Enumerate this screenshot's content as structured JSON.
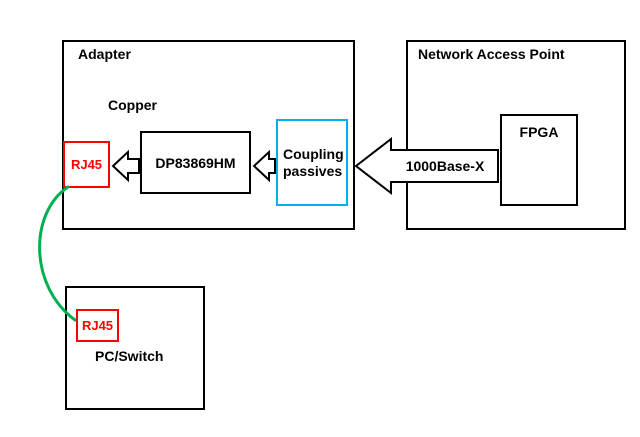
{
  "adapter": {
    "title": "Adapter",
    "copper_label": "Copper",
    "rj45_label": "RJ45",
    "phy_label": "DP83869HM",
    "coupling_label": "Coupling passives"
  },
  "network_access_point": {
    "title": "Network Access Point",
    "fpga_label": "FPGA"
  },
  "link": {
    "label": "1000Base-X"
  },
  "pc_switch": {
    "title": "PC/Switch",
    "rj45_label": "RJ45"
  },
  "colors": {
    "box_border": "#000000",
    "rj45_border": "#ff0000",
    "rj45_text": "#ff0000",
    "coupling_border": "#00b0f0",
    "cable_green": "#00b050",
    "arrow_fill": "#ffffff",
    "arrow_outline": "#000000",
    "background": "#ffffff"
  }
}
